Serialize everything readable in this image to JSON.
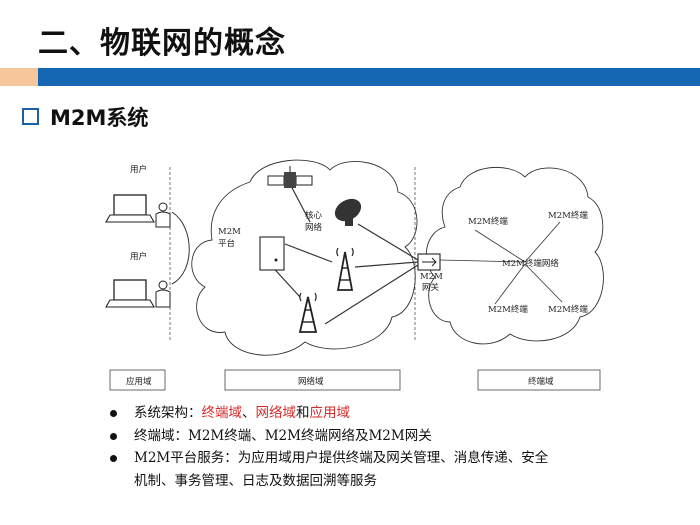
{
  "header": {
    "title": "二、物联网的概念"
  },
  "section": {
    "title": "M2M系统"
  },
  "diagram": {
    "user1": "用户",
    "user2": "用户",
    "core_network_line1": "核心",
    "core_network_line2": "网络",
    "platform_line1": "M2M",
    "platform_line2": "平台",
    "gateway_line1": "M2M",
    "gateway_line2": "网关",
    "terminal_tl": "M2M终端",
    "terminal_tr": "M2M终端",
    "terminal_network": "M2M终端网络",
    "terminal_bl": "M2M终端",
    "terminal_br": "M2M终端",
    "domain_app": "应用域",
    "domain_net": "网络域",
    "domain_term": "终端域"
  },
  "bullets": {
    "b1_prefix": "系统架构：",
    "b1_term": "终端域",
    "b1_sep1": "、",
    "b1_net": "网络域",
    "b1_and": "和",
    "b1_app": "应用域",
    "b2": "终端域：M2M终端、M2M终端网络及M2M网关",
    "b3_line1": "M2M平台服务：为应用域用户提供终端及网关管理、消息传递、安全",
    "b3_line2": "机制、事务管理、日志及数据回溯等服务"
  },
  "colors": {
    "accent_blue": "#1566b3",
    "accent_orange": "#f6c79a",
    "highlight_red": "#d42a2a"
  }
}
